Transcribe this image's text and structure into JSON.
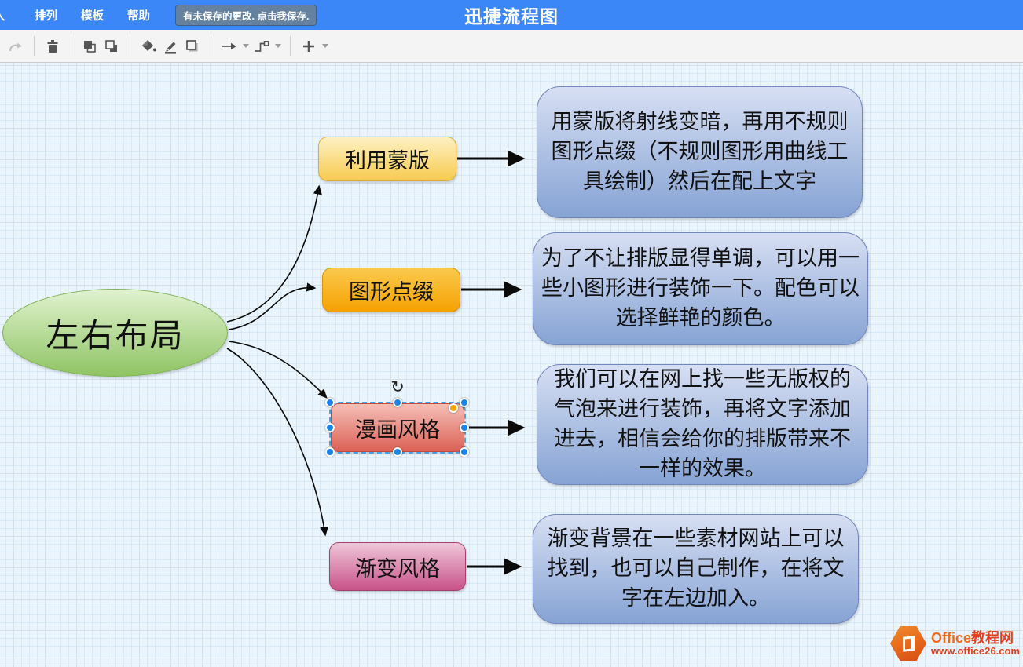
{
  "header": {
    "bg_color": "#3B87F8",
    "clipped_menu": "入",
    "menus": [
      "排列",
      "模板",
      "帮助"
    ],
    "unsaved_button": "有未保存的更改. 点击我保存.",
    "title": "迅捷流程图"
  },
  "toolbar": {
    "icons": [
      "redo-icon",
      "trash-icon",
      "bring-to-front-icon",
      "send-to-back-icon",
      "fill-color-icon",
      "line-color-icon",
      "shape-style-icon",
      "arrow-style-icon",
      "connector-style-icon",
      "add-shape-icon"
    ]
  },
  "canvas": {
    "bg_color": "#EAF4FC",
    "grid_color": "#D9DFE6",
    "root": {
      "label": "左右布局",
      "fill_top": "#E0F2CF",
      "fill_bottom": "#8FC463",
      "border": "#7EB254"
    },
    "branches": [
      {
        "label": "利用蒙版",
        "fill_top": "#FDF0C2",
        "fill_bottom": "#F7CB50",
        "border": "#E0AC3A",
        "desc": "用蒙版将射线变暗，再用不规则图形点缀（不规则图形用曲线工具绘制）然后在配上文字"
      },
      {
        "label": "图形点缀",
        "fill_top": "#FBC94D",
        "fill_bottom": "#F5A201",
        "border": "#DB9000",
        "desc": "为了不让排版显得单调，可以用一些小图形进行装饰一下。配色可以选择鲜艳的颜色。"
      },
      {
        "label": "漫画风格",
        "fill_top": "#F5BFB7",
        "fill_bottom": "#DC6155",
        "border": "#C24B40",
        "selected": true,
        "desc": "我们可以在网上找一些无版权的气泡来进行装饰，再将文字添加进去，相信会给你的排版带来不一样的效果。"
      },
      {
        "label": "渐变风格",
        "fill_top": "#EFC7D9",
        "fill_bottom": "#C85289",
        "border": "#A4416F",
        "desc": "渐变背景在一些素材网站上可以找到，也可以自己制作，在将文字在左边加入。"
      }
    ],
    "desc_style": {
      "fill_top": "#D7DFF3",
      "fill_bottom": "#86A3D4",
      "border": "#7186BC"
    },
    "selection": {
      "handle_color": "#1B84E8",
      "accent_handle_color": "#F5A300",
      "outline_color": "#45A1E8",
      "rotate_icon": "↻"
    }
  },
  "watermark": {
    "brand_en": "Office",
    "brand_cn": "教程网",
    "url": "www.office26.com",
    "orange": "#F06A1E",
    "red": "#E2401E"
  }
}
